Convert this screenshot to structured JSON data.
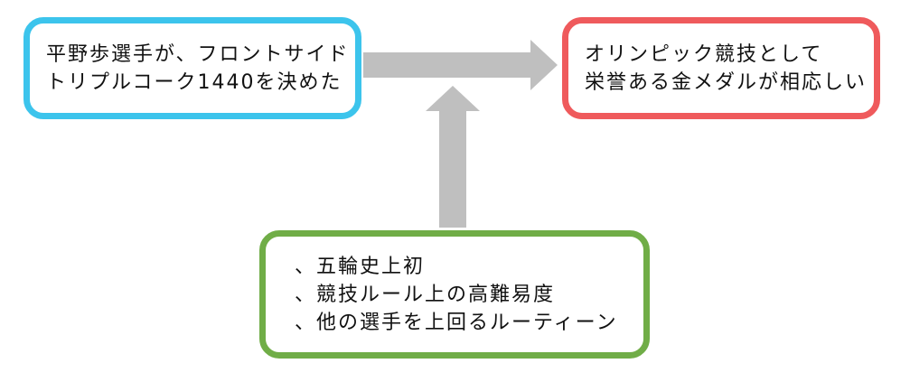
{
  "colors": {
    "claim_border": "#3cc4ec",
    "conclusion_border": "#ef5a5c",
    "reasons_border": "#70ad47",
    "arrow_fill": "#bfbfbf"
  },
  "claim": {
    "lines": [
      "平野歩選手が、フロントサイド",
      "トリプルコーク1440を決めた"
    ]
  },
  "conclusion": {
    "lines": [
      "オリンピック競技として",
      "栄誉ある金メダルが相応しい"
    ]
  },
  "reasons": {
    "lines": [
      "、五輪史上初",
      "、競技ルール上の高難易度",
      "、他の選手を上回るルーティーン"
    ]
  }
}
